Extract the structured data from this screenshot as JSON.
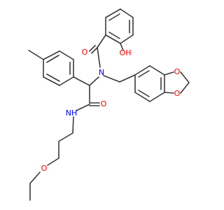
{
  "molecule": {
    "atoms": {
      "oxygen_carbonyl_top": "O",
      "hydroxyl": "OH",
      "nitrogen_tertiary": "N",
      "oxygen_dioxole_upper": "O",
      "oxygen_dioxole_lower": "O",
      "oxygen_carbonyl_lower": "O",
      "amide_nh": "NH",
      "oxygen_ether": "O"
    },
    "colors": {
      "bond": "#3a3a3a",
      "oxygen": "#ff0000",
      "nitrogen": "#0000ff"
    }
  }
}
